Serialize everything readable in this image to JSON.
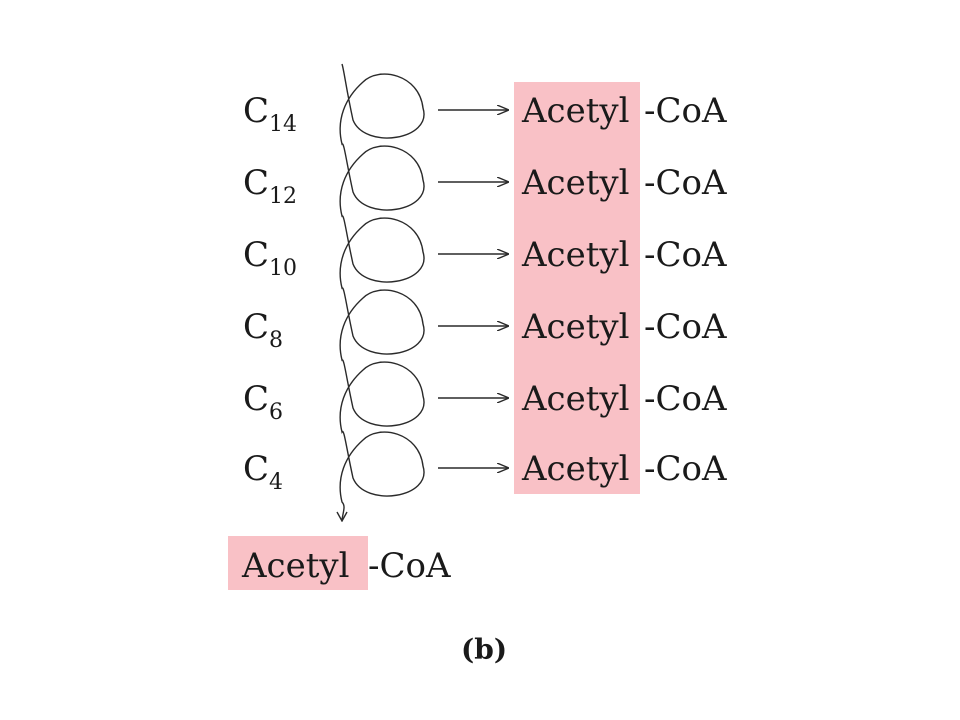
{
  "colors": {
    "highlight": "#f9c1c6",
    "ink": "#1a1a1a"
  },
  "carbons": [
    {
      "base": "C",
      "sub": "14"
    },
    {
      "base": "C",
      "sub": "12"
    },
    {
      "base": "C",
      "sub": "10"
    },
    {
      "base": "C",
      "sub": "8"
    },
    {
      "base": "C",
      "sub": "6"
    },
    {
      "base": "C",
      "sub": "4"
    }
  ],
  "products": [
    {
      "acyl": "Acetyl",
      "carrier": "-CoA"
    },
    {
      "acyl": "Acetyl",
      "carrier": "-CoA"
    },
    {
      "acyl": "Acetyl",
      "carrier": "-CoA"
    },
    {
      "acyl": "Acetyl",
      "carrier": "-CoA"
    },
    {
      "acyl": "Acetyl",
      "carrier": "-CoA"
    },
    {
      "acyl": "Acetyl",
      "carrier": "-CoA"
    }
  ],
  "final_product": {
    "acyl": "Acetyl",
    "carrier": "-CoA"
  },
  "panel_label": "(b)"
}
